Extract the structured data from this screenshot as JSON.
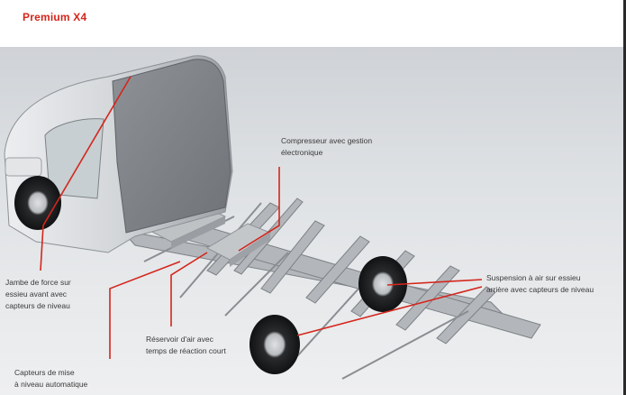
{
  "header": {
    "title": "Premium X4"
  },
  "colors": {
    "accent": "#d4261c",
    "leader": "#d4261c",
    "text": "#3a3a3a",
    "background": "#e4e6e8",
    "cab": "#c9ccd0",
    "chassis": "#a7abaf"
  },
  "labels": {
    "strut": "Jambe de force sur\nessieu avant avec\ncapteurs de niveau",
    "compressor": "Compresseur avec gestion\nélectronique",
    "suspension": "Suspension à air sur essieu\narrière avec capteurs de niveau",
    "reservoir": "Réservoir d'air avec\ntemps de réaction court",
    "sensors": "Capteurs de mise\nà niveau automatique"
  }
}
